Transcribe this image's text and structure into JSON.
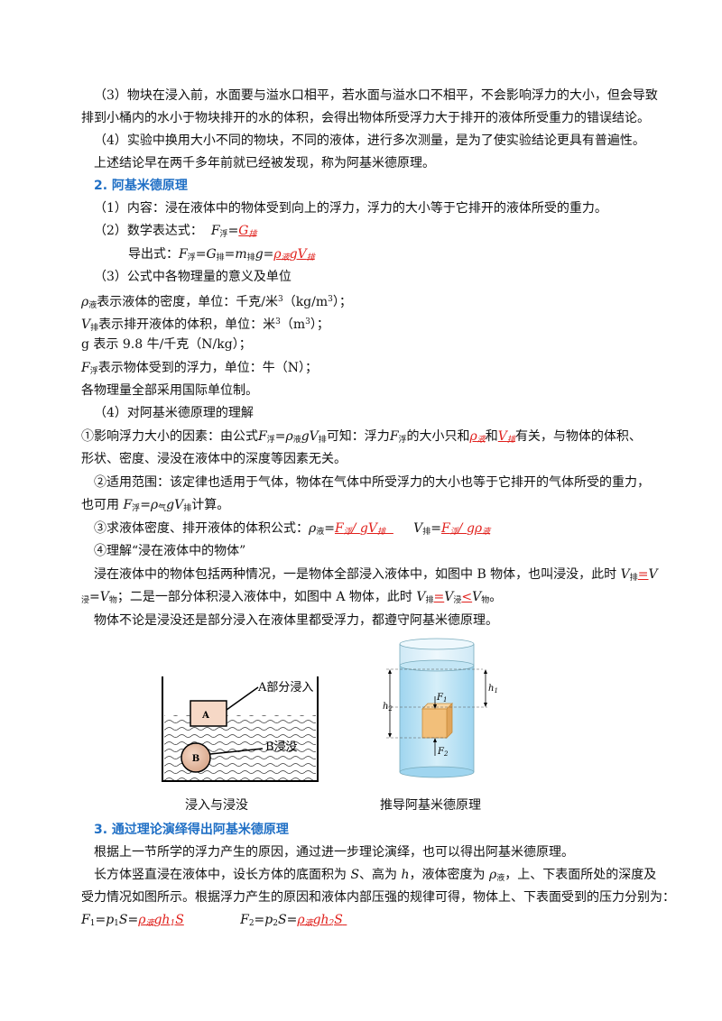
{
  "p3_a": "（3）物块在浸入前，水面要与溢水口相平，若水面与溢水口不相平，不会影响浮力的大小，但会导致",
  "p3_b": "排到小桶内的水小于物块排开的水的体积，会得出物体所受浮力大于排开的液体所受重力的错误结论。",
  "p4": "（4）实验中换用大小不同的物块，不同的液体，进行多次测量，是为了使实验结论更具有普遍性。",
  "p5": "上述结论早在两千多年前就已经被发现，称为阿基米德原理。",
  "h2": "2. 阿基米德原理",
  "content": "（1）内容：浸在液体中的物体受到向上的浮力，浮力的大小等于它排开的液体所受的重力。",
  "formula_label": "（2）数学表达式：",
  "formula_derive_label": "导出式：",
  "meaning_title": "（3）公式中各物理量的意义及单位",
  "rho_text": "表示液体的密度，单位：千克/米",
  "rho_unit": "（kg/m",
  "v_text": "表示排开液体的体积，单位：米",
  "v_unit": "（m",
  "g_text": "g 表示 9.8 牛/千克（N/kg）；",
  "f_text": "表示物体受到的浮力，单位：牛（N）；",
  "si_text": "各物理量全部采用国际单位制。",
  "understand_title": "（4）对阿基米德原理的理解",
  "u1_a": "①影响浮力大小的因素：由公式",
  "u1_mid": "可知：浮力",
  "u1_mid2": "的大小只和",
  "u1_and": "和",
  "u1_end": "有关，与物体的体积、",
  "u1_b": "形状、密度、浸没在液体中的深度等因素无关。",
  "u2_a": "②适用范围：该定律也适用于气体，物体在气体中所受浮力的大小也等于它排开的气体所受的重力，",
  "u2_b_pre": "也可用",
  "u2_b_post": "计算。",
  "u3": "③求液体密度、排开液体的体积公式：",
  "u4": "④理解“浸在液体中的物体”",
  "immerse_a": "浸在液体中的物体包括两种情况，一是物体全部浸入液体中，如图中 B 物体，也叫浸没，此时",
  "immerse_b": "；二是一部分体积浸入液体中，如图中 A 物体，此时",
  "immerse_c": "物体不论是浸没还是部分浸入在液体里都受浮力，都遵守阿基米德原理。",
  "fig1": {
    "label_a": "A部分浸入",
    "label_b": "B浸没",
    "box_a": "A",
    "ball_b": "B",
    "caption": "浸入与浸没"
  },
  "fig2": {
    "h1": "h",
    "h2": "h",
    "f1": "F",
    "f2": "F",
    "caption": "推导阿基米德原理"
  },
  "h3": "3. 通过理论演绎得出阿基米德原理",
  "p_theory": "根据上一节所学的浮力产生的原因，通过进一步理论演绎，也可以得出阿基米德原理。",
  "p_cube_a": "长方体竖直浸在液体中，设长方体的底面积为",
  "p_cube_a2": "、高为",
  "p_cube_a3": "，液体密度为",
  "p_cube_a4": "，上、下表面所处的深度及",
  "p_cube_b": "受力情况如图所示。根据浮力产生的原因和液体内部压强的规律可得，物体上、下表面受到的压力分别为：",
  "colors": {
    "heading": "#1f6fc5",
    "answer": "#e0201c",
    "water": "#bfe3f5"
  }
}
